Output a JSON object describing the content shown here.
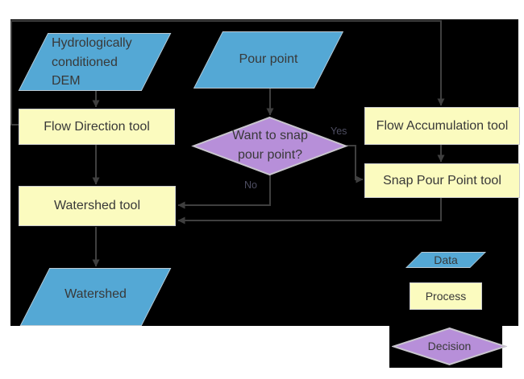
{
  "canvas": {
    "page_background": "#ffffff",
    "diagram_background": "#000000"
  },
  "colors": {
    "data_fill": "#54a8d5",
    "process_fill": "#fbfbbf",
    "decision_fill": "#b78fd9",
    "shape_border": "#c9c6ce",
    "connector": "#3f3f3f",
    "shape_text": "#383838",
    "branch_label_text": "#4e4e62"
  },
  "nodes": {
    "hydro_dem": {
      "type": "data",
      "label": "Hydrologically conditioned DEM"
    },
    "pour_point": {
      "type": "data",
      "label": "Pour point"
    },
    "flow_direction": {
      "type": "process",
      "label": "Flow Direction tool"
    },
    "flow_accumulation": {
      "type": "process",
      "label": "Flow Accumulation tool"
    },
    "snap_pour_point": {
      "type": "process",
      "label": "Snap Pour Point tool"
    },
    "decision_snap": {
      "type": "decision",
      "label": "Want to snap pour point?"
    },
    "watershed_tool": {
      "type": "process",
      "label": "Watershed tool"
    },
    "watershed": {
      "type": "data",
      "label": "Watershed"
    }
  },
  "branches": {
    "yes": "Yes",
    "no": "No"
  },
  "legend": {
    "data": {
      "label": "Data"
    },
    "process": {
      "label": "Process"
    },
    "decision": {
      "label": "Decision"
    }
  }
}
